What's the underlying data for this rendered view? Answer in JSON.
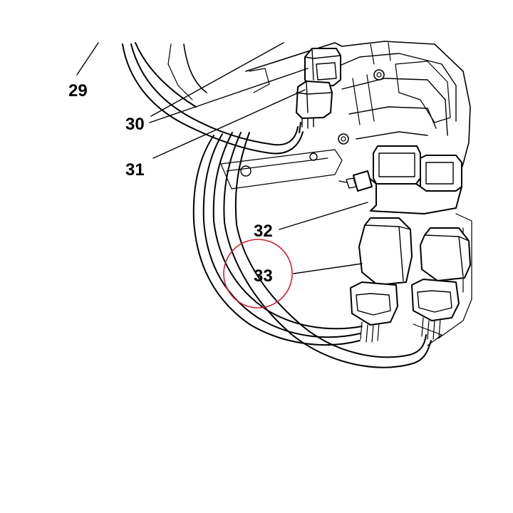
{
  "callouts": {
    "c29": "29",
    "c30": "30",
    "c31": "31",
    "c32": "32",
    "c33": "33"
  },
  "colors": {
    "line": "#000000",
    "background": "#ffffff",
    "highlight_circle": "#cc2233"
  }
}
